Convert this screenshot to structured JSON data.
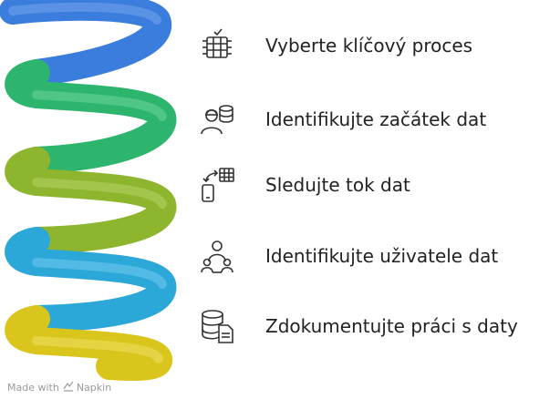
{
  "steps": [
    {
      "label": "Vyberte klíčový proces",
      "icon": "server-rack-icon",
      "color": "#3B7DDD"
    },
    {
      "label": "Identifikujte začátek dat",
      "icon": "user-database-icon",
      "color": "#2DB56E"
    },
    {
      "label": "Sledujte tok dat",
      "icon": "mobile-data-flow-icon",
      "color": "#8DB52E"
    },
    {
      "label": "Identifikujte uživatele dat",
      "icon": "users-group-icon",
      "color": "#2BA7D8"
    },
    {
      "label": "Zdokumentujte práci s daty",
      "icon": "database-document-icon",
      "color": "#D9C51C"
    }
  ],
  "watermark": {
    "prefix": "Made with",
    "brand": "Napkin"
  }
}
